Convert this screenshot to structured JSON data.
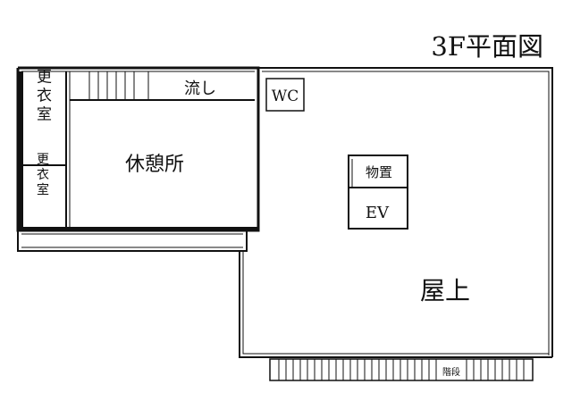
{
  "title": "3F平面図",
  "rooms": {
    "locker_room_1": "更衣室",
    "locker_room_2": "更衣室",
    "sink": "流し",
    "lounge": "休憩所",
    "toilet": "WC",
    "storage": "物置",
    "elevator": "EV",
    "rooftop": "屋上",
    "stairs": "階段"
  }
}
